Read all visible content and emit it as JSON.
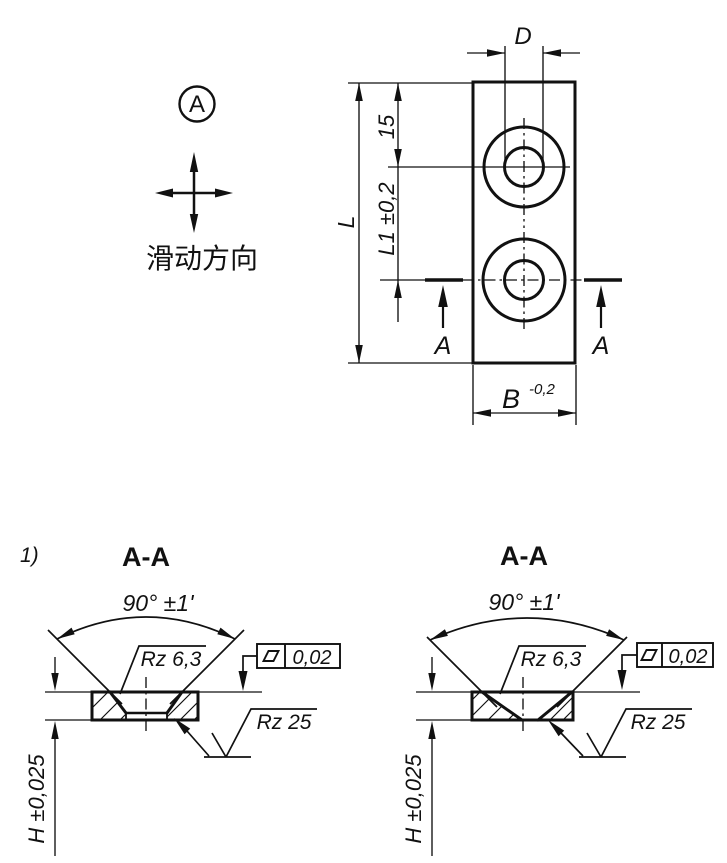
{
  "drawing": {
    "top_view": {
      "datum_label": "A",
      "slide_direction_label": "滑动方向",
      "dim_hole_diameter": "D",
      "dim_length": "L",
      "dim_l1": "L1 ±0,2",
      "dim_15": "15",
      "dim_width": "B",
      "dim_width_tolerance": "-0,2",
      "section_label_left": "A",
      "section_label_right": "A"
    },
    "sections": {
      "footnote_marker": "1)",
      "left": {
        "title": "A-A",
        "angle": "90° ±1'",
        "surface_top": "Rz 6,3",
        "surface_bottom": "Rz 25",
        "flatness_value": "0,02",
        "dim_height": "H ±0,025"
      },
      "right": {
        "title": "A-A",
        "angle": "90° ±1'",
        "surface_top": "Rz 6,3",
        "surface_bottom": "Rz 25",
        "flatness_value": "0,02",
        "dim_height": "H ±0,025"
      }
    }
  }
}
